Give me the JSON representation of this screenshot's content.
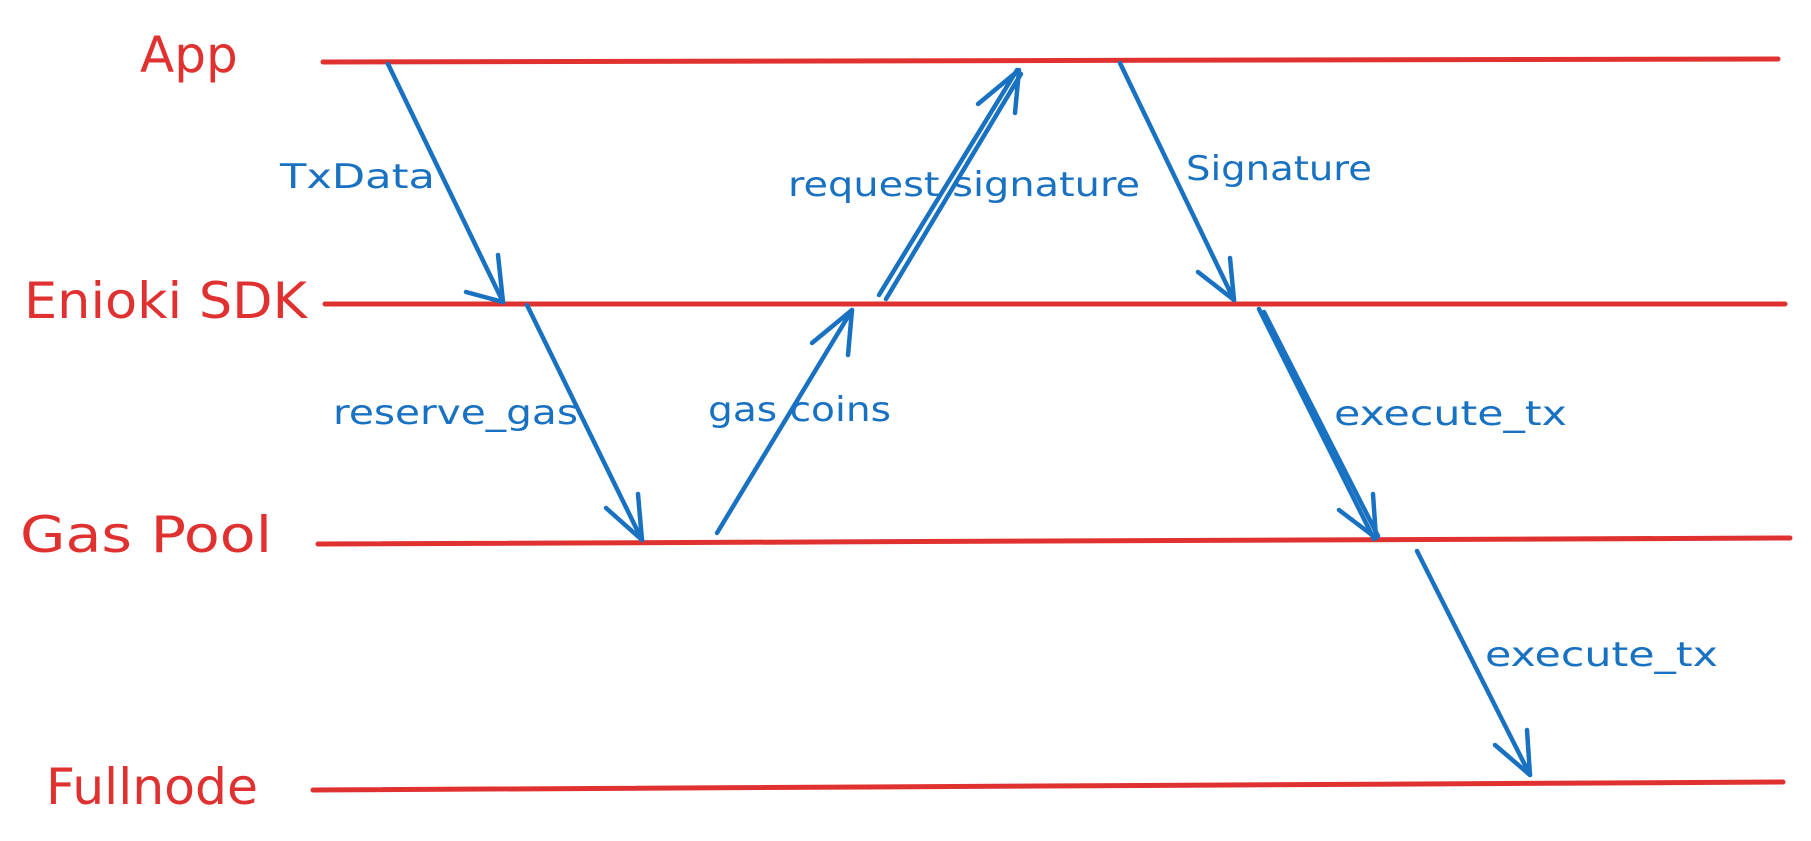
{
  "colors": {
    "lane": "#e03131",
    "message": "#1971c2",
    "background": "#ffffff"
  },
  "lanes": [
    {
      "id": "app",
      "label": "App"
    },
    {
      "id": "sdk",
      "label": "Enioki SDK"
    },
    {
      "id": "gas",
      "label": "Gas Pool"
    },
    {
      "id": "node",
      "label": "Fullnode"
    }
  ],
  "messages": [
    {
      "id": "txdata",
      "label": "TxData",
      "from": "app",
      "to": "sdk"
    },
    {
      "id": "reserve-gas",
      "label": "reserve_gas",
      "from": "sdk",
      "to": "gas"
    },
    {
      "id": "gas-coins",
      "label": "gas coins",
      "from": "gas",
      "to": "sdk"
    },
    {
      "id": "request-signature",
      "label": "request signature",
      "from": "sdk",
      "to": "app"
    },
    {
      "id": "signature",
      "label": "Signature",
      "from": "app",
      "to": "sdk"
    },
    {
      "id": "execute-tx-1",
      "label": "execute_tx",
      "from": "sdk",
      "to": "gas"
    },
    {
      "id": "execute-tx-2",
      "label": "execute_tx",
      "from": "gas",
      "to": "node"
    }
  ]
}
